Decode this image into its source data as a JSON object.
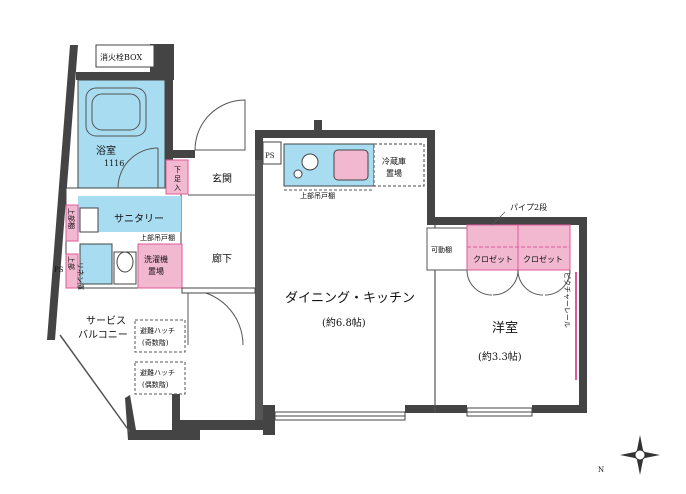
{
  "rooms": {
    "bathroom": "浴室",
    "bathroom_size": "1116",
    "sanitary": "サニタリー",
    "dk": "ダイニング・キッチン",
    "dk_size": "(約6.8帖)",
    "western": "洋室",
    "western_size": "(約3.3帖)",
    "entrance": "玄関",
    "corridor": "廊下",
    "balcony_line1": "サービス",
    "balcony_line2": "バルコニー"
  },
  "fixtures": {
    "fire_hydrant_box": "消火栓BOX",
    "ps_top": "PS",
    "ps_left": "PS",
    "shoe_rack_1": "下",
    "shoe_rack_2": "足",
    "shoe_rack_3": "入",
    "fridge_1": "冷蔵庫",
    "fridge_2": "置場",
    "upper_cabinet_kitchen": "上部吊戸棚",
    "upper_cabinet_sanitary": "上部吊戸棚",
    "washer_1": "洗濯機",
    "washer_2": "置場",
    "pipe": "パイプ2段",
    "closet_1": "クロゼット",
    "closet_2": "クロゼット",
    "movable_shelf": "可動棚",
    "picture_rail": "ピクチャーレール",
    "hatch_odd_1": "避難ハッチ",
    "hatch_odd_2": "(奇数階)",
    "hatch_even_1": "避難ハッチ",
    "hatch_even_2": "(偶数階)",
    "upper_shelf_v1": "上部棚",
    "upper_shelf_v2": "上部",
    "linen_v": "リネン庫"
  },
  "compass": {
    "north_label": "N"
  },
  "colors": {
    "wall": "#3a3a3a",
    "bath": "#a8dcf0",
    "pink": "#f2b8d0",
    "pink_dark": "#e05a9a",
    "line": "#444444"
  }
}
